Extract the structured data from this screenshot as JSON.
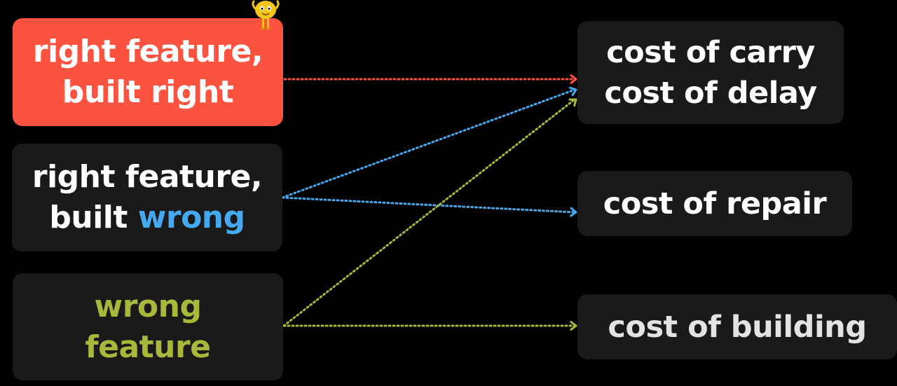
{
  "colors": {
    "background": "#000000",
    "box_dark": "#1a1a1a",
    "highlight_red": "#fc5341",
    "accent_blue": "#46a9f0",
    "accent_olive": "#a9b83a",
    "text_white": "#ffffff"
  },
  "left_boxes": {
    "right_right": {
      "line1": "right feature,",
      "line2": "built right"
    },
    "right_wrong": {
      "line1": "right feature,",
      "line2_prefix": "built ",
      "line2_accent": "wrong"
    },
    "wrong_feature": {
      "line1": "wrong",
      "line2": "feature"
    }
  },
  "right_boxes": {
    "carry_delay": {
      "line1": "cost of carry",
      "line2": "cost of delay"
    },
    "repair": {
      "label": "cost of repair"
    },
    "building": {
      "label": "cost of building"
    }
  },
  "icons": {
    "mascot": "mascot-character-icon"
  },
  "connections": [
    {
      "from": "right_right",
      "to": "carry_delay",
      "color": "#fc5341"
    },
    {
      "from": "right_wrong",
      "to": "carry_delay",
      "color": "#46a9f0"
    },
    {
      "from": "right_wrong",
      "to": "repair",
      "color": "#46a9f0"
    },
    {
      "from": "wrong_feature",
      "to": "carry_delay",
      "color": "#a9b83a"
    },
    {
      "from": "wrong_feature",
      "to": "building",
      "color": "#a9b83a"
    }
  ]
}
